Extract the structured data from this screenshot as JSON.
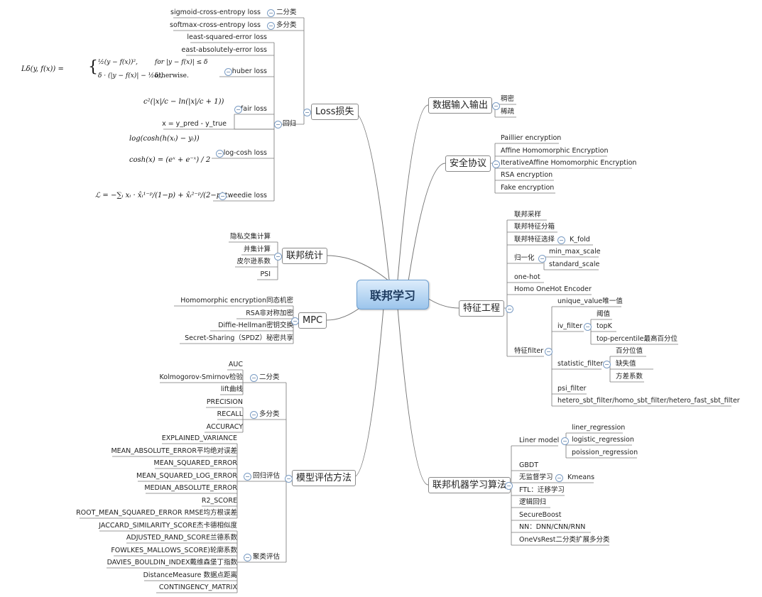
{
  "center": "联邦学习",
  "loss": {
    "title": "Loss损失",
    "items": [
      "sigmoid-cross-entropy loss",
      "softmax-cross-entropy loss",
      "least-squared-error loss",
      "east-absolutely-error loss",
      "huber loss",
      "fair loss",
      "x = y_pred - y_true",
      "log-cosh loss",
      "tweedie loss"
    ],
    "cats": [
      "二分类",
      "多分类",
      "回归"
    ]
  },
  "formulas": {
    "huber_lhs": "Lδ(y, f(x)) =",
    "huber_row1": "½(y − f(x))²,",
    "huber_row1_cond": "for |y − f(x)| ≤ δ",
    "huber_row2": "δ · (|y − f(x)| − ½δ),",
    "huber_row2_cond": "otherwise.",
    "fair": "c²(|x|/c − ln(|x|/c + 1))",
    "logcosh1": "log(cosh(h(xᵢ) − yᵢ))",
    "logcosh2": "cosh(x) = (eˣ + e⁻ˣ) / 2",
    "tweedie": "ℒ = −∑ᵢ xᵢ · x̂ᵢ¹⁻ᵖ/(1−p) + x̂ᵢ²⁻ᵖ/(2−p)"
  },
  "stats": {
    "title": "联邦统计",
    "items": [
      "隐私交集计算",
      "并集计算",
      "皮尔逊系数",
      "PSI"
    ]
  },
  "mpc": {
    "title": "MPC",
    "items": [
      "Homomorphic encryption同态机密",
      "RSA非对称加密",
      "Diffie-Hellman密钥交换",
      "Secret-Sharing（SPDZ）秘密共享"
    ]
  },
  "eval": {
    "title": "模型评估方法",
    "cats": [
      "二分类",
      "多分类",
      "回归评估",
      "聚类评估"
    ],
    "binary": [
      "AUC",
      "Kolmogorov-Smirnov检验",
      "lift曲线"
    ],
    "multi": [
      "PRECISION",
      "RECALL",
      "ACCURACY"
    ],
    "regression": [
      "EXPLAINED_VARIANCE",
      "MEAN_ABSOLUTE_ERROR平均绝对误差",
      "MEAN_SQUARED_ERROR",
      "MEAN_SQUARED_LOG_ERROR",
      "MEDIAN_ABSOLUTE_ERROR",
      "R2_SCORE",
      "ROOT_MEAN_SQUARED_ERROR RMSE均方根误差"
    ],
    "cluster": [
      "JACCARD_SIMILARITY_SCORE杰卡德相似度",
      "ADJUSTED_RAND_SCORE兰德系数",
      "FOWLKES_MALLOWS_SCORE)轮廓系数",
      "DAVIES_BOULDIN_INDEX戴维森堡丁指数",
      "DistanceMeasure 数据点距离",
      "CONTINGENCY_MATRIX"
    ]
  },
  "io": {
    "title": "数据输入输出",
    "items": [
      "稠密",
      "稀疏"
    ]
  },
  "security": {
    "title": "安全协议",
    "items": [
      "Paillier encryption",
      "Affine Homomorphic Encryption",
      "IterativeAffine Homomorphic Encryption",
      "RSA encryption",
      "Fake encryption"
    ]
  },
  "feature": {
    "title": "特征工程",
    "items": [
      "联邦采样",
      "联邦特征分箱",
      "联邦特征选择",
      "归一化",
      "one-hot",
      "Homo OneHot Encoder",
      "特征filter"
    ],
    "kfold": "K_fold",
    "norm": [
      "min_max_scale",
      "standard_scale"
    ],
    "filters": [
      "unique_value唯一值",
      "iv_filter",
      "statistic_filter",
      "psi_filter",
      "hetero_sbt_filter/homo_sbt_filter/hetero_fast_sbt_filter"
    ],
    "iv": [
      "阈值",
      "topK",
      "top-percentile最高百分位"
    ],
    "statistic": [
      "百分位值",
      "缺失值",
      "方差系数"
    ]
  },
  "ml": {
    "title": "联邦机器学习算法",
    "items": [
      "Liner model",
      "GBDT",
      "无监督学习",
      "FTL：迁移学习",
      "逻辑回归",
      "SecureBoost",
      "NN：DNN/CNN/RNN",
      "OneVsRest二分类扩展多分类"
    ],
    "liner": [
      "liner_regression",
      "logistic_regression",
      "poission_regression"
    ],
    "unsup": [
      "Kmeans"
    ]
  },
  "colors": {
    "line": "#777777",
    "center_top": "#dcecfb",
    "center_bottom": "#9cc5ec"
  }
}
